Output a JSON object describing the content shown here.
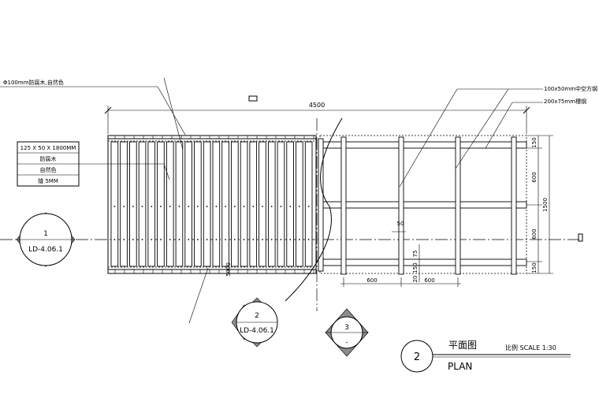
{
  "notes": {
    "rail_spec": "Φ100mm防腐木,自然色",
    "joist_spec": "100x50mm中空方钢",
    "beam_spec": "200x75mm槽钢"
  },
  "spec_table": {
    "rows": [
      "125 X 50 X 1800MM",
      "防腐木",
      "自然色",
      "缝 5MM"
    ]
  },
  "dimensions": {
    "overall_length": "4500",
    "overall_width": "1500",
    "edge_150_top": "150",
    "span_600_a": "600",
    "span_600_b": "600",
    "edge_150_bottom": "150",
    "bay_600_a": "600",
    "bay_600_b": "600",
    "gap_50": "50",
    "offset_75": "75",
    "offset_150": "150",
    "offset_20": "20",
    "offset_5000": "5000"
  },
  "callouts": [
    {
      "number": "1",
      "sheet": "LD-4.06.1"
    },
    {
      "number": "2",
      "sheet": "LD-4.06.1"
    },
    {
      "number": "3",
      "sheet": "-"
    }
  ],
  "title_block": {
    "number": "2",
    "title_cn": "平面图",
    "title_en": "PLAN",
    "scale": "比例 SCALE 1:30"
  }
}
